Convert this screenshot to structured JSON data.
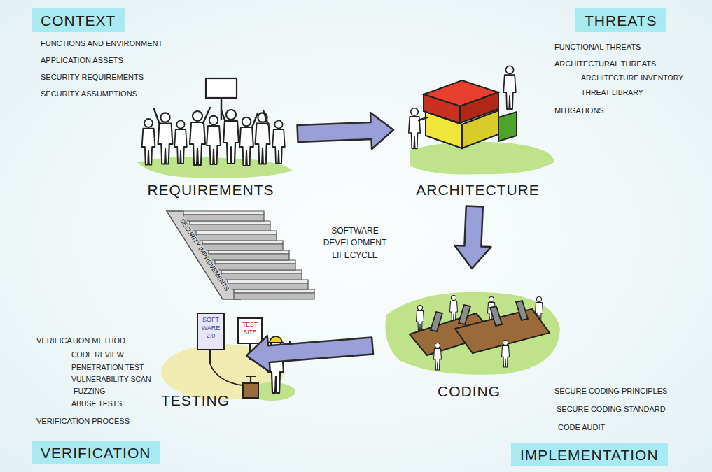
{
  "diagram": {
    "nodes": [
      {
        "text": [
          "CONTEXT"
        ]
      },
      {
        "text": [
          "THREATS"
        ]
      },
      {
        "text": [
          "REQUIREMENTS"
        ]
      },
      {
        "text": [
          "ARCHITECTURE"
        ]
      },
      {
        "text": [
          "CODING"
        ]
      },
      {
        "text": [
          "TESTING"
        ]
      },
      {
        "text": [
          "VERIFICATION"
        ]
      },
      {
        "text": [
          "IMPLEMENTATION"
        ]
      }
    ],
    "edges": [
      {
        "from": 2,
        "to": 3,
        "arrow": "to"
      },
      {
        "from": 3,
        "to": 4,
        "arrow": "to"
      },
      {
        "from": 4,
        "to": 5,
        "arrow": "to"
      }
    ],
    "labels": [
      "FUNCTIONS AND ENVIRONMENT",
      "APPLICATION ASSETS",
      "SECURITY REQUIREMENTS",
      "SECURITY ASSUMPTIONS",
      "FUNCTIONAL THREATS",
      "ARCHITECTURAL THREATS",
      "ARCHITECTURE INVENTORY",
      "THREAT LIBRARY",
      "MITIGATIONS",
      "SOFTWARE DEVELOPMENT LIFECYCLE",
      "SECURITY IMPROVEMENTS",
      "SOFT WARE 2.0",
      "TEST SITE",
      "VERIFICATION METHOD",
      "CODE REVIEW",
      "PENETRATION TEST",
      "VULNERABILITY SCAN",
      "FUZZING",
      "ABUSE TESTS",
      "VERIFICATION PROCESS",
      "SECURE CODING PRINCIPLES",
      "SECURE CODING STANDARD",
      "CODE AUDIT"
    ]
  }
}
